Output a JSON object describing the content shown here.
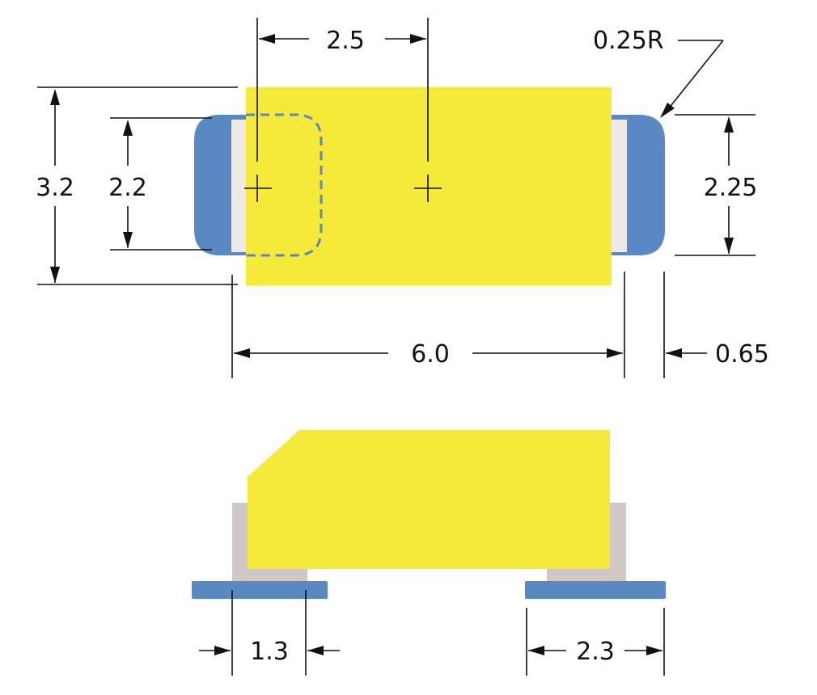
{
  "colors": {
    "body": "#f5e93a",
    "terminal": "#5a88c2",
    "terminal_inner": "#ece9e6",
    "lead_grey": "#cfc8c6",
    "line": "#111111"
  },
  "labels": {
    "pitch": "2.5",
    "corner_radius": "0.25R",
    "height_body": "3.2",
    "height_terminal_left": "2.2",
    "height_terminal_right": "2.25",
    "length_total": "6.0",
    "terminal_width": "0.65",
    "pad_left": "1.3",
    "pad_right": "2.3"
  }
}
